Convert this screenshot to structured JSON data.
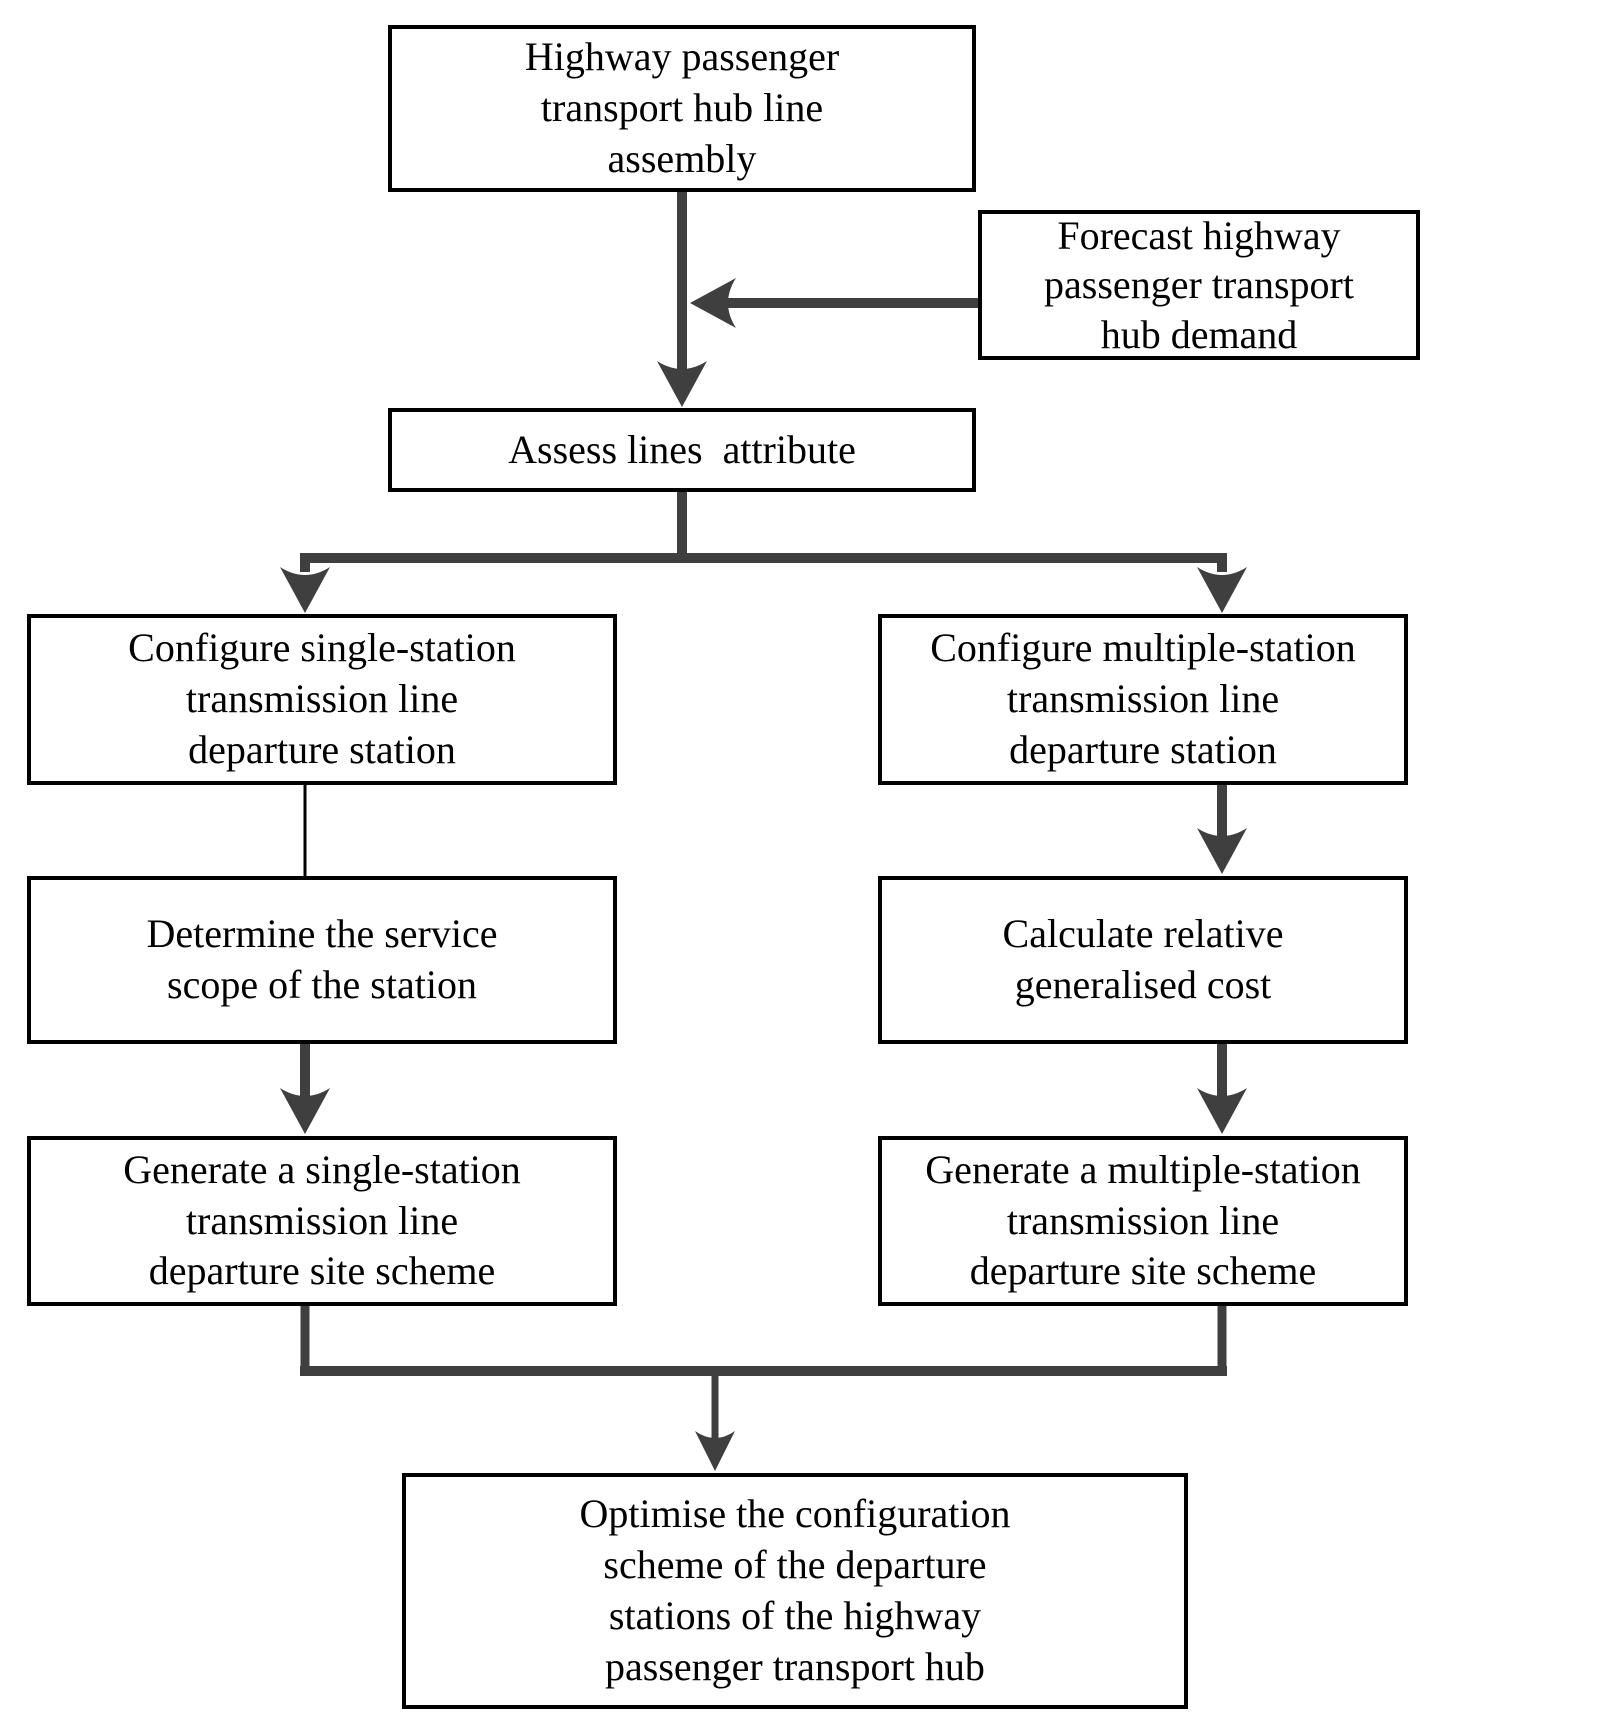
{
  "diagram": {
    "type": "flowchart",
    "background_color": "#ffffff",
    "box_border_color": "#000000",
    "text_color": "#000000",
    "arrow_color": "#3f3f3f",
    "nodes": [
      {
        "id": "assembly",
        "label": "Highway passenger\ntransport hub line\nassembly"
      },
      {
        "id": "forecast",
        "label": "Forecast highway\npassenger transport\nhub demand"
      },
      {
        "id": "assess",
        "label": "Assess lines  attribute"
      },
      {
        "id": "configure_single",
        "label": "Configure single-station\ntransmission line\ndeparture station"
      },
      {
        "id": "configure_multiple",
        "label": "Configure multiple-station\ntransmission line\ndeparture station"
      },
      {
        "id": "determine_scope",
        "label": "Determine the service\nscope of the station"
      },
      {
        "id": "calculate_cost",
        "label": "Calculate relative\ngeneralised cost"
      },
      {
        "id": "generate_single",
        "label": "Generate a single-station\ntransmission line\ndeparture site scheme"
      },
      {
        "id": "generate_multiple",
        "label": "Generate a multiple-station\ntransmission line\ndeparture site scheme"
      },
      {
        "id": "optimise",
        "label": "Optimise the configuration\nscheme of the departure\nstations of the highway\npassenger transport hub"
      }
    ],
    "edges": [
      {
        "from": "assembly",
        "to": "assess",
        "style": "thick-arrow"
      },
      {
        "from": "forecast",
        "to": "assembly_to_assess_arrow",
        "style": "thick-arrow"
      },
      {
        "from": "assess",
        "to": "configure_single",
        "style": "thick-arrow"
      },
      {
        "from": "assess",
        "to": "configure_multiple",
        "style": "thick-arrow"
      },
      {
        "from": "configure_single",
        "to": "determine_scope",
        "style": "plain-line"
      },
      {
        "from": "determine_scope",
        "to": "generate_single",
        "style": "thick-arrow"
      },
      {
        "from": "configure_multiple",
        "to": "calculate_cost",
        "style": "thick-arrow"
      },
      {
        "from": "calculate_cost",
        "to": "generate_multiple",
        "style": "thick-arrow"
      },
      {
        "from": "generate_single",
        "to": "optimise",
        "style": "thick-arrow-merged"
      },
      {
        "from": "generate_multiple",
        "to": "optimise",
        "style": "thick-arrow-merged"
      }
    ]
  }
}
